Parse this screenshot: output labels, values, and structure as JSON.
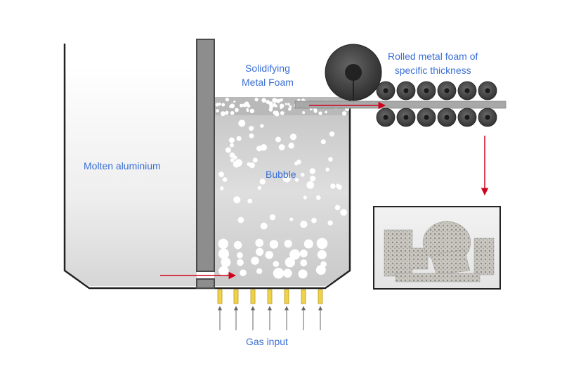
{
  "labels": {
    "molten": "Molten aluminium",
    "bubble": "Bubble",
    "solidifying_line1": "Solidifying",
    "solidifying_line2": "Metal Foam",
    "rolled_line1": "Rolled metal foam of",
    "rolled_line2": "specific thickness",
    "gas_input": "Gas input"
  },
  "colors": {
    "label_text": "#3b6fd4",
    "arrow_red": "#d0021b",
    "gas_nozzle": "#f0d24a",
    "roller": "#3a3a3a",
    "tank_outline": "#222222",
    "divider": "#8a8a8a"
  },
  "counts": {
    "gas_nozzles": 7,
    "small_rollers_per_row": 6
  }
}
